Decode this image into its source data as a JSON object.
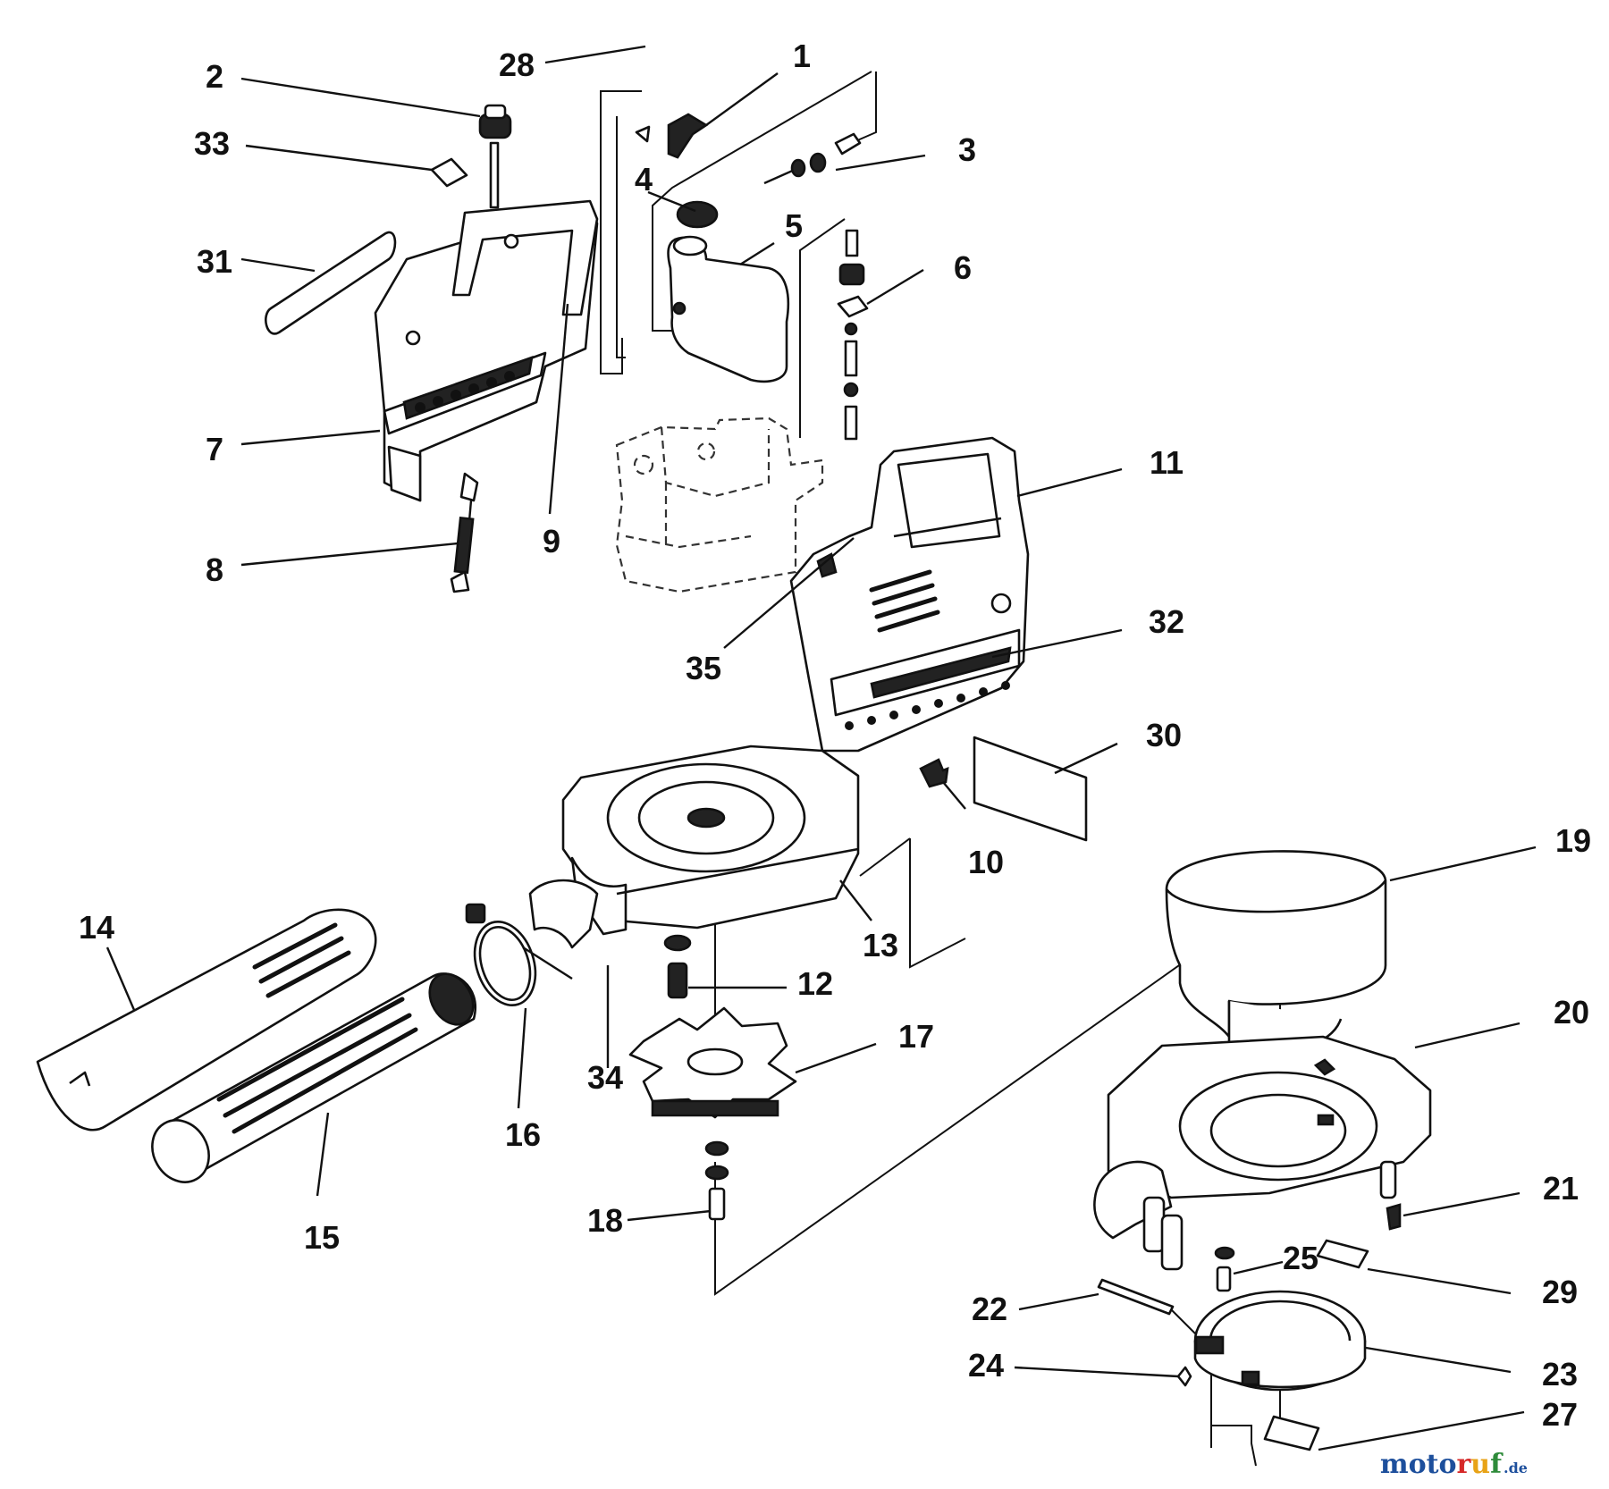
{
  "diagram": {
    "callouts": [
      {
        "id": "c1",
        "label": "1"
      },
      {
        "id": "c2",
        "label": "2"
      },
      {
        "id": "c3",
        "label": "3"
      },
      {
        "id": "c4",
        "label": "4"
      },
      {
        "id": "c5",
        "label": "5"
      },
      {
        "id": "c6",
        "label": "6"
      },
      {
        "id": "c7",
        "label": "7"
      },
      {
        "id": "c8",
        "label": "8"
      },
      {
        "id": "c9",
        "label": "9"
      },
      {
        "id": "c10",
        "label": "10"
      },
      {
        "id": "c11",
        "label": "11"
      },
      {
        "id": "c12",
        "label": "12"
      },
      {
        "id": "c13",
        "label": "13"
      },
      {
        "id": "c14",
        "label": "14"
      },
      {
        "id": "c15",
        "label": "15"
      },
      {
        "id": "c16",
        "label": "16"
      },
      {
        "id": "c17",
        "label": "17"
      },
      {
        "id": "c18",
        "label": "18"
      },
      {
        "id": "c19",
        "label": "19"
      },
      {
        "id": "c20",
        "label": "20"
      },
      {
        "id": "c21",
        "label": "21"
      },
      {
        "id": "c22",
        "label": "22"
      },
      {
        "id": "c23",
        "label": "23"
      },
      {
        "id": "c24",
        "label": "24"
      },
      {
        "id": "c25",
        "label": "25"
      },
      {
        "id": "c27",
        "label": "27"
      },
      {
        "id": "c28",
        "label": "28"
      },
      {
        "id": "c29",
        "label": "29"
      },
      {
        "id": "c30",
        "label": "30"
      },
      {
        "id": "c31",
        "label": "31"
      },
      {
        "id": "c32",
        "label": "32"
      },
      {
        "id": "c33",
        "label": "33"
      },
      {
        "id": "c34",
        "label": "34"
      },
      {
        "id": "c35",
        "label": "35"
      }
    ]
  },
  "watermark": {
    "text": "motoruf",
    "suffix": ".de",
    "letter_colors": [
      "#1d4f9c",
      "#1d4f9c",
      "#1d4f9c",
      "#1d4f9c",
      "#d62828",
      "#e8a317",
      "#2e8b3a"
    ]
  }
}
